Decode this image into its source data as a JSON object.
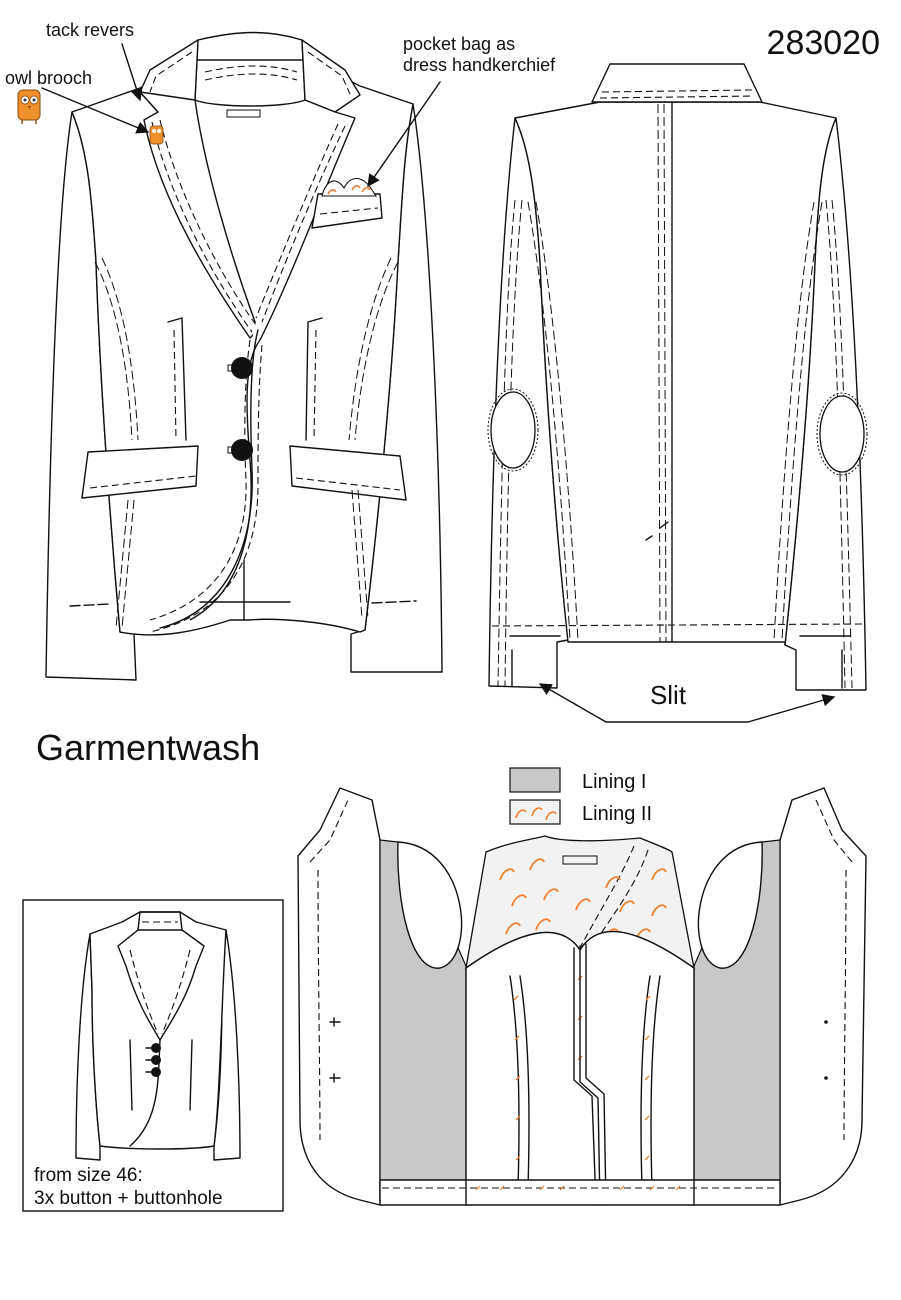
{
  "article_number": "283020",
  "annotations": {
    "tack_revers": "tack revers",
    "owl_brooch": "owl brooch",
    "pocket_bag_line1": "pocket bag as",
    "pocket_bag_line2": "dress handkerchief",
    "slit": "Slit"
  },
  "finish": "Garmentwash",
  "legend": [
    {
      "label": "Lining I",
      "swatch": "#c8c8c8"
    },
    {
      "label": "Lining II",
      "swatch": "#f2f2f2"
    }
  ],
  "inset": {
    "note_line1": "from size 46:",
    "note_line2": "3x  button + buttonhole"
  },
  "colors": {
    "line": "#111111",
    "lining_grey": "#c8c8c8",
    "print_accent": "#f08030",
    "owl": "#f0902a"
  }
}
